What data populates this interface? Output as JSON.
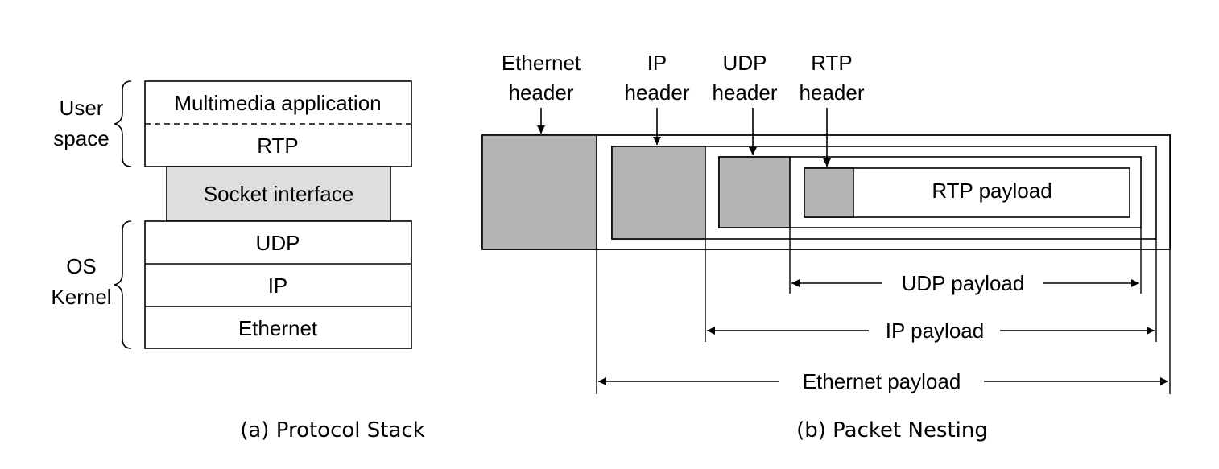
{
  "protocol_stack": {
    "user_space_label": [
      "User",
      "space"
    ],
    "os_kernel_label": [
      "OS",
      "Kernel"
    ],
    "layers": {
      "multimedia": "Multimedia application",
      "rtp": "RTP",
      "socket": "Socket interface",
      "udp": "UDP",
      "ip": "IP",
      "ethernet": "Ethernet"
    },
    "caption_prefix": "(a)",
    "caption_text": "Protocol Stack"
  },
  "packet_nesting": {
    "headers": {
      "ethernet": [
        "Ethernet",
        "header"
      ],
      "ip": [
        "IP",
        "header"
      ],
      "udp": [
        "UDP",
        "header"
      ],
      "rtp": [
        "RTP",
        "header"
      ]
    },
    "rtp_payload": "RTP payload",
    "payloads": {
      "udp": "UDP payload",
      "ip": "IP payload",
      "ethernet": "Ethernet payload"
    },
    "caption_prefix": "(b)",
    "caption_text": "Packet Nesting"
  },
  "colors": {
    "header_fill": "#b3b3b3",
    "socket_fill": "#dedede",
    "stroke": "#000000"
  }
}
